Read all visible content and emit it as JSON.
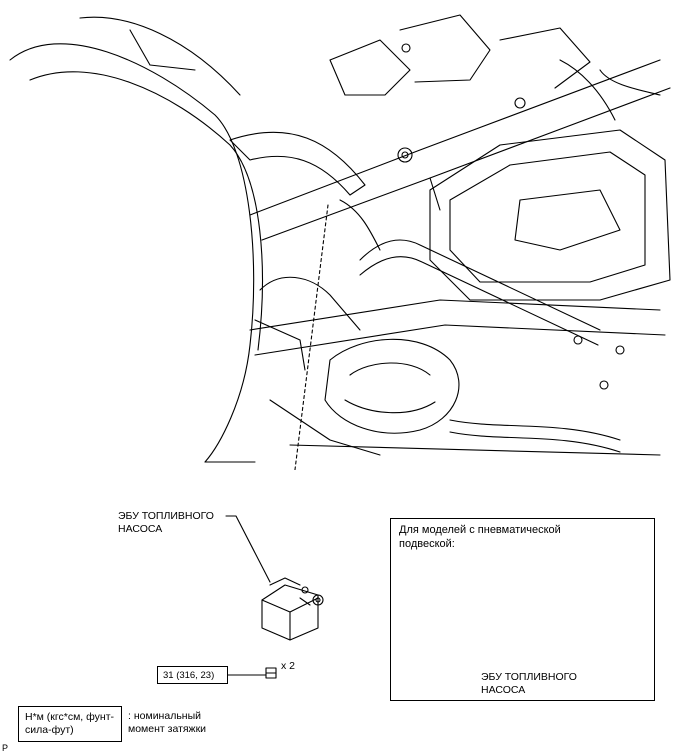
{
  "callouts": {
    "ecu_main": [
      "ЭБУ ТОПЛИВНОГО",
      "НАСОСА"
    ],
    "ecu_inset": [
      "ЭБУ ТОПЛИВНОГО",
      "НАСОСА"
    ],
    "bolt_qty": "x 2",
    "torque_value": "31 (316, 23)"
  },
  "inset": {
    "title_lines": [
      "Для моделей с пневматической",
      "подвеской:"
    ]
  },
  "legend": {
    "units_lines": [
      "Н*м (кгс*см, фунт-",
      "сила-фут)"
    ],
    "meaning_lines": [
      ": номинальный",
      "момент затяжки"
    ]
  },
  "page_marker": "P",
  "line_color": "#000000",
  "background": "#ffffff"
}
